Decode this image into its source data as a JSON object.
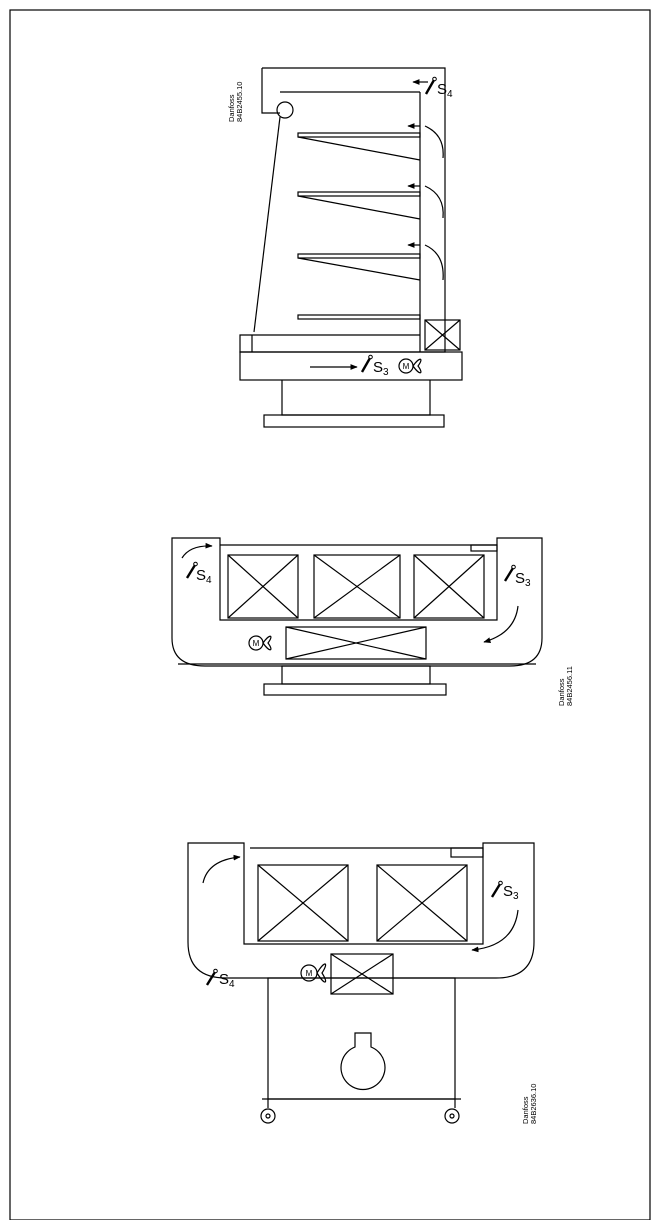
{
  "figures": [
    {
      "id": "fig1",
      "code_line1": "Danfoss",
      "code_line2": "84B2455.10",
      "sensor_a": {
        "letter": "S",
        "index": "4"
      },
      "sensor_b": {
        "letter": "S",
        "index": "3"
      },
      "motor_symbol": "M"
    },
    {
      "id": "fig2",
      "code_line1": "Danfoss",
      "code_line2": "84B2456.11",
      "sensor_a": {
        "letter": "S",
        "index": "4"
      },
      "sensor_b": {
        "letter": "S",
        "index": "3"
      },
      "motor_symbol": "M"
    },
    {
      "id": "fig3",
      "code_line1": "Danfoss",
      "code_line2": "84B2636.10",
      "sensor_a": {
        "letter": "S",
        "index": "3"
      },
      "sensor_b": {
        "letter": "S",
        "index": "4"
      },
      "motor_symbol": "M"
    }
  ]
}
